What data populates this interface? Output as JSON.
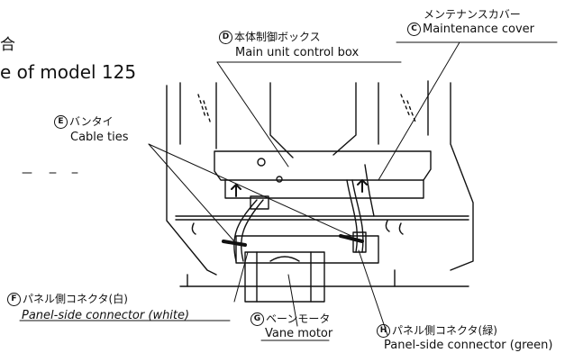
{
  "header": {
    "partial_jp": "合",
    "partial_en": "e of model 125"
  },
  "labels": {
    "D": {
      "mark": "D",
      "jp": "本体制御ボックス",
      "en": "Main unit control box"
    },
    "C": {
      "mark": "C",
      "jp": "メンテナンスカバー",
      "en": "Maintenance cover"
    },
    "E": {
      "mark": "E",
      "jp": "バンタイ",
      "en": "Cable ties"
    },
    "F": {
      "mark": "F",
      "jp": "パネル側コネクタ(白)",
      "en": "Panel-side connector (white)"
    },
    "G": {
      "mark": "G",
      "jp": "ベーンモータ",
      "en": "Vane motor"
    },
    "H": {
      "mark": "H",
      "jp": "パネル側コネクタ(緑)",
      "en": "Panel-side connector (green)"
    }
  }
}
